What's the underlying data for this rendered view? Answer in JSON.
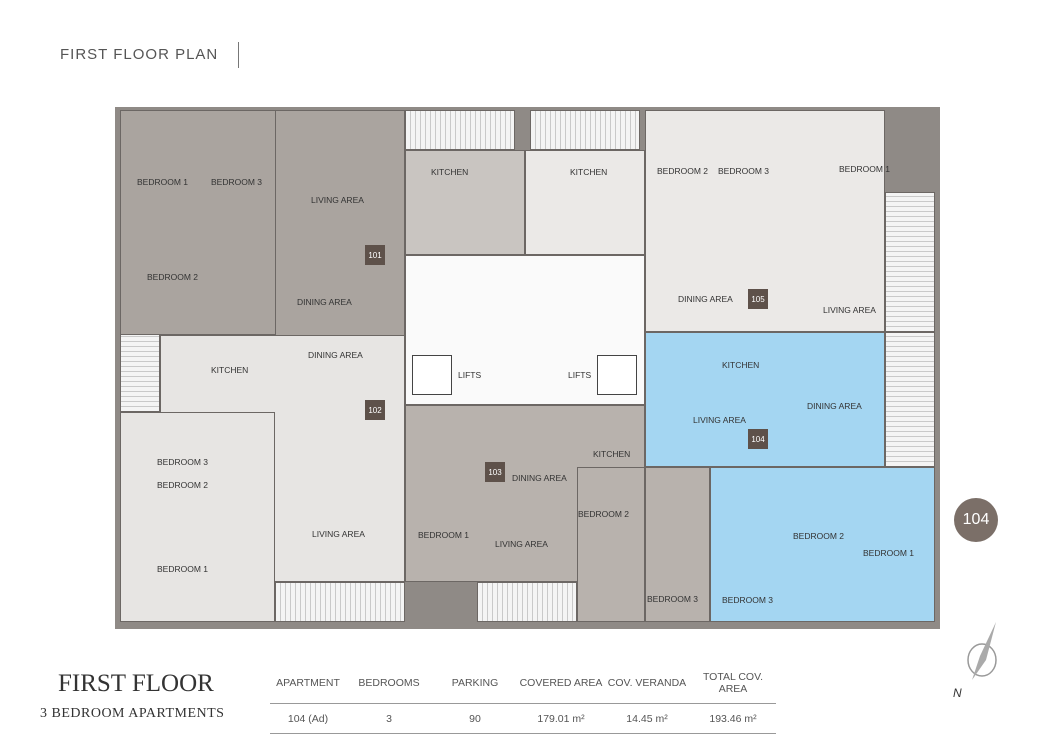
{
  "header": {
    "title": "FIRST FLOOR PLAN"
  },
  "plan": {
    "units": [
      {
        "id": "101"
      },
      {
        "id": "102"
      },
      {
        "id": "103"
      },
      {
        "id": "104"
      },
      {
        "id": "105"
      }
    ],
    "highlight_unit": "104",
    "highlight_color": "#a4d6f2",
    "rooms": {
      "r101_bed1": "BEDROOM 1",
      "r101_bed3": "BEDROOM 3",
      "r101_bed2": "BEDROOM 2",
      "r101_living": "LIVING AREA",
      "r101_dining": "DINING AREA",
      "r101_kitchen": "KITCHEN",
      "r105_kitchen": "KITCHEN",
      "r105_bed2": "BEDROOM 2",
      "r105_bed3": "BEDROOM 3",
      "r105_bed1": "BEDROOM 1",
      "r105_dining": "DINING AREA",
      "r105_living": "LIVING AREA",
      "r102_kitchen": "KITCHEN",
      "r102_dining": "DINING AREA",
      "r102_bed3": "BEDROOM 3",
      "r102_bed2": "BEDROOM 2",
      "r102_bed1": "BEDROOM 1",
      "r102_living": "LIVING AREA",
      "lifts1": "LIFTS",
      "lifts2": "LIFTS",
      "r103_kitchen": "KITCHEN",
      "r103_dining": "DINING AREA",
      "r103_bed1": "BEDROOM 1",
      "r103_living": "LIVING AREA",
      "r103_bed2": "BEDROOM 2",
      "r103_bed3": "BEDROOM 3",
      "r104_kitchen": "KITCHEN",
      "r104_dining": "DINING AREA",
      "r104_living": "LIVING AREA",
      "r104_bed3": "BEDROOM 3",
      "r104_bed2": "BEDROOM 2",
      "r104_bed1": "BEDROOM 1"
    }
  },
  "badge": "104",
  "north_label": "N",
  "footer": {
    "title": "FIRST FLOOR",
    "subtitle": "3 BEDROOM APARTMENTS"
  },
  "table": {
    "headers": [
      "APARTMENT",
      "BEDROOMS",
      "PARKING",
      "COVERED AREA",
      "COV. VERANDA",
      "TOTAL COV. AREA"
    ],
    "row": [
      "104 (Ad)",
      "3",
      "90",
      "179.01 m²",
      "14.45 m²",
      "193.46 m²"
    ]
  }
}
